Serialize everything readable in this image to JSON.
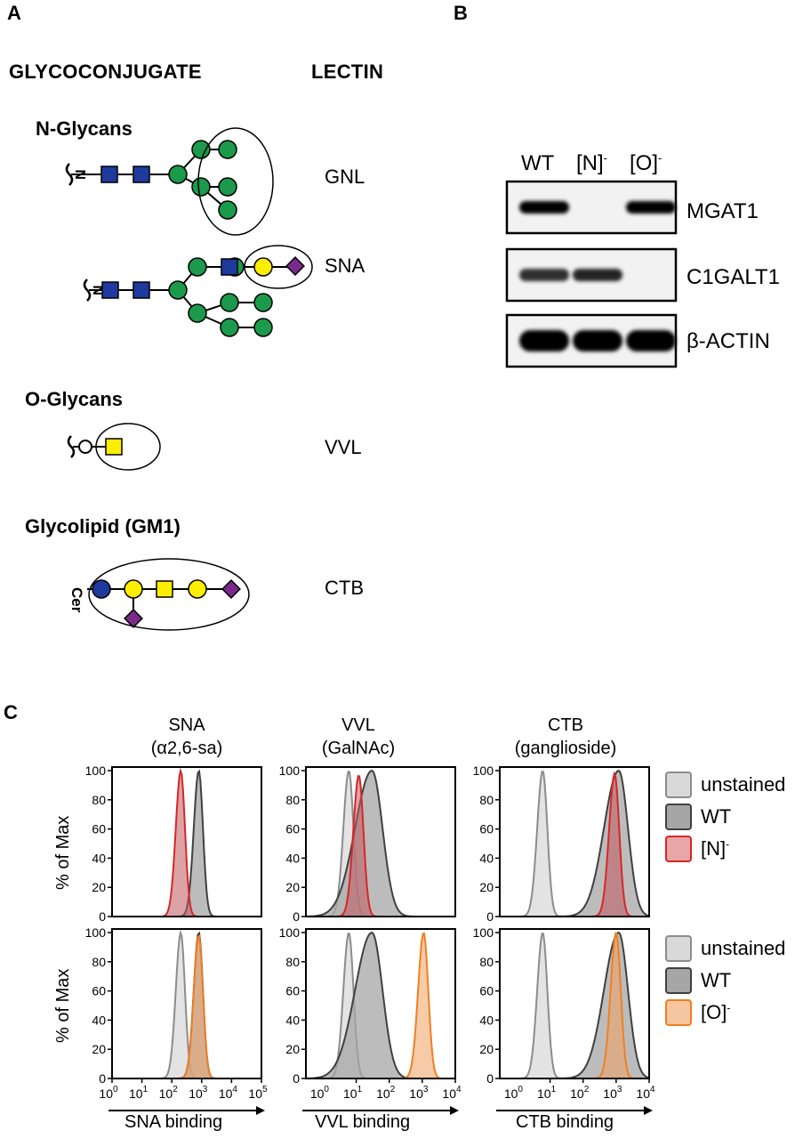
{
  "panels": {
    "a": "A",
    "b": "B",
    "c": "C"
  },
  "panel_a": {
    "header_left": "GLYCOCONJUGATE",
    "header_right": "LECTIN",
    "groups": [
      {
        "title": "N-Glycans",
        "lectins": [
          "GNL",
          "SNA"
        ]
      },
      {
        "title": "O-Glycans",
        "lectins": [
          "VVL"
        ]
      },
      {
        "title": "Glycolipid (GM1)",
        "lectins": [
          "CTB"
        ]
      }
    ],
    "n_label": "N",
    "cer_label": "Cer",
    "colors": {
      "glcnac": "#1f3a9e",
      "man": "#1a9a4a",
      "gal": "#ffee00",
      "sia": "#7a2a8a",
      "glc": "#1f3a9e"
    }
  },
  "panel_b": {
    "columns": [
      "WT",
      "[N]",
      "[O]"
    ],
    "column_sup": [
      "",
      "-",
      "-"
    ],
    "rows": [
      {
        "label": "MGAT1",
        "bands": [
          1,
          0,
          1
        ]
      },
      {
        "label": "C1GALT1",
        "bands": [
          0.8,
          0.85,
          0
        ]
      },
      {
        "label": "β-ACTIN",
        "bands": [
          1,
          1,
          1
        ]
      }
    ]
  },
  "panel_c": {
    "columns": [
      {
        "title1": "SNA",
        "title2": "(α2,6-sa)",
        "xlabel": "SNA binding"
      },
      {
        "title1": "VVL",
        "title2": "(GalNAc)",
        "xlabel": "VVL binding"
      },
      {
        "title1": "CTB",
        "title2": "(ganglioside)",
        "xlabel": "CTB binding"
      }
    ],
    "ylabel": "% of Max",
    "legend_top": [
      {
        "label": "unstained",
        "fill": "#d9d9d9",
        "stroke": "#8c8c8c"
      },
      {
        "label": "WT",
        "fill": "#a6a6a6",
        "stroke": "#404040"
      },
      {
        "label": "[N]",
        "sup": "-",
        "fill": "#e8a6a6",
        "stroke": "#d62728"
      }
    ],
    "legend_bottom": [
      {
        "label": "unstained",
        "fill": "#d9d9d9",
        "stroke": "#8c8c8c"
      },
      {
        "label": "WT",
        "fill": "#a6a6a6",
        "stroke": "#404040"
      },
      {
        "label": "[O]",
        "sup": "-",
        "fill": "#f5c6a0",
        "stroke": "#f07f22"
      }
    ],
    "yticks": [
      "0",
      "20",
      "40",
      "60",
      "80",
      "100"
    ],
    "xticks_sna": [
      "10",
      "10",
      "10",
      "10",
      "10",
      "10"
    ],
    "xticks_sna_exp": [
      "0",
      "1",
      "2",
      "3",
      "4",
      "5"
    ],
    "xticks_other": [
      "10",
      "10",
      "10",
      "10"
    ],
    "xticks_other_exp": [
      "1",
      "2",
      "3",
      "4"
    ],
    "xticks_vvl_exp_pre": [
      "0"
    ]
  },
  "chart_data": [
    {
      "type": "area",
      "title": "SNA (α2,6-sa)",
      "xlabel": "SNA binding",
      "ylabel": "% of Max",
      "xscale": "log",
      "xlim": [
        1,
        100000
      ],
      "ylim": [
        0,
        100
      ],
      "series": [
        {
          "name": "WT",
          "peak_x": 800,
          "peak_y": 100
        },
        {
          "name": "[N]-",
          "peak_x": 200,
          "peak_y": 100
        }
      ]
    },
    {
      "type": "area",
      "title": "VVL (GalNAc)",
      "xlabel": "VVL binding",
      "ylabel": "% of Max",
      "xscale": "log",
      "xlim": [
        0.3,
        10000
      ],
      "ylim": [
        0,
        100
      ],
      "series": [
        {
          "name": "unstained",
          "peak_x": 6,
          "peak_y": 100
        },
        {
          "name": "WT",
          "peak_x": 30,
          "peak_y": 100
        },
        {
          "name": "[N]-",
          "peak_x": 12,
          "peak_y": 97
        }
      ]
    },
    {
      "type": "area",
      "title": "CTB (ganglioside)",
      "xlabel": "CTB binding",
      "ylabel": "% of Max",
      "xscale": "log",
      "xlim": [
        0.3,
        10000
      ],
      "ylim": [
        0,
        100
      ],
      "series": [
        {
          "name": "unstained",
          "peak_x": 6,
          "peak_y": 100
        },
        {
          "name": "WT",
          "peak_x": 1200,
          "peak_y": 100
        },
        {
          "name": "[N]-",
          "peak_x": 900,
          "peak_y": 98
        }
      ]
    },
    {
      "type": "area",
      "title": "SNA (α2,6-sa)",
      "xlabel": "SNA binding",
      "ylabel": "% of Max",
      "xscale": "log",
      "xlim": [
        1,
        100000
      ],
      "ylim": [
        0,
        100
      ],
      "series": [
        {
          "name": "unstained",
          "peak_x": 200,
          "peak_y": 100
        },
        {
          "name": "WT",
          "peak_x": 800,
          "peak_y": 100
        },
        {
          "name": "[O]-",
          "peak_x": 800,
          "peak_y": 98
        }
      ]
    },
    {
      "type": "area",
      "title": "VVL (GalNAc)",
      "xlabel": "VVL binding",
      "ylabel": "% of Max",
      "xscale": "log",
      "xlim": [
        0.3,
        10000
      ],
      "ylim": [
        0,
        100
      ],
      "series": [
        {
          "name": "unstained",
          "peak_x": 6,
          "peak_y": 100
        },
        {
          "name": "WT",
          "peak_x": 30,
          "peak_y": 100
        },
        {
          "name": "[O]-",
          "peak_x": 1100,
          "peak_y": 100
        }
      ]
    },
    {
      "type": "area",
      "title": "CTB (ganglioside)",
      "xlabel": "CTB binding",
      "ylabel": "% of Max",
      "xscale": "log",
      "xlim": [
        0.3,
        10000
      ],
      "ylim": [
        0,
        100
      ],
      "series": [
        {
          "name": "unstained",
          "peak_x": 6,
          "peak_y": 100
        },
        {
          "name": "WT",
          "peak_x": 1200,
          "peak_y": 100
        },
        {
          "name": "[O]-",
          "peak_x": 1000,
          "peak_y": 100
        }
      ]
    }
  ]
}
